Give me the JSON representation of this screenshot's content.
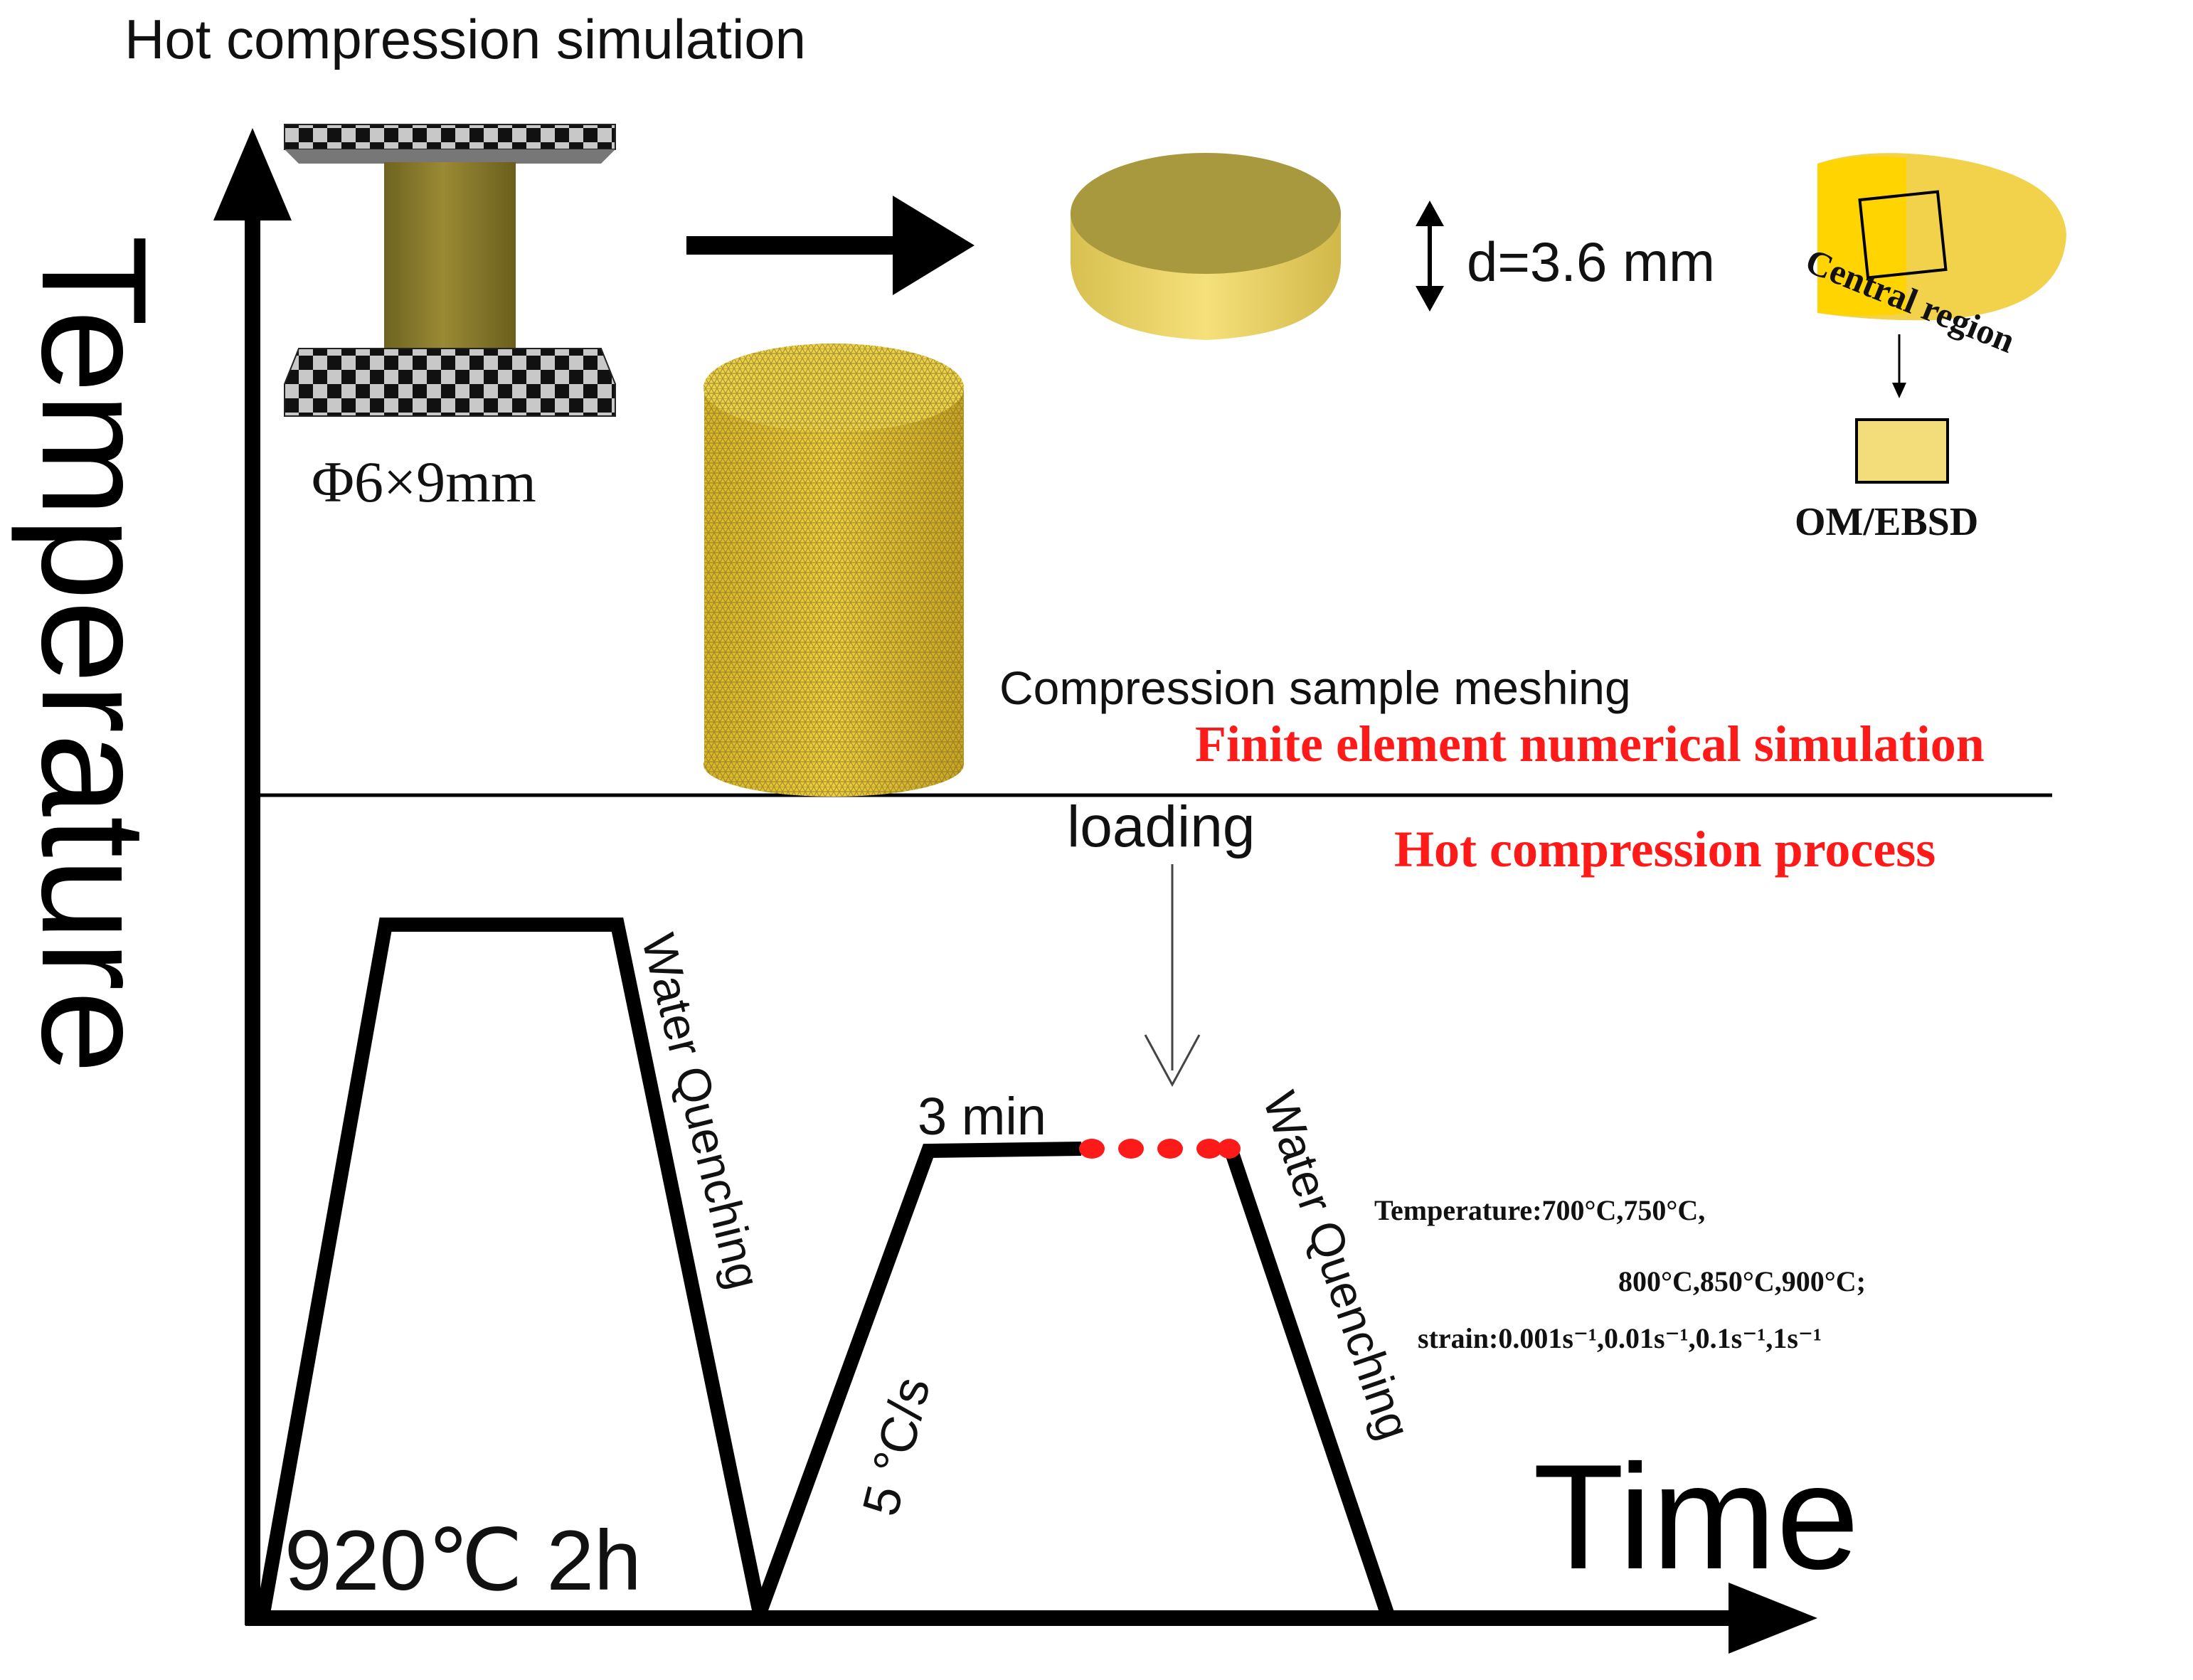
{
  "title": "Hot compression simulation",
  "axes": {
    "y_label": "Temperature",
    "x_label": "Time"
  },
  "simulation": {
    "sample_dimension": "Φ6×9mm",
    "compressed_height": "d=3.6 mm",
    "central_region": "Central region",
    "analysis": "OM/EBSD",
    "meshing_label": "Compression sample meshing"
  },
  "sections": {
    "fem": "Finite element numerical simulation",
    "hot_compression": "Hot compression process"
  },
  "process": {
    "loading": "loading",
    "solution_treatment": "920℃ 2h",
    "water_quenching_1": "Water Quenching",
    "heating_rate": "5 °C/s",
    "hold": "3 min",
    "water_quenching_2": "Water Quenching",
    "conditions_line1": "Temperature:700°C,750°C,",
    "conditions_line2": "800°C,850°C,900°C;",
    "conditions_line3": "strain:0.001s⁻¹,0.01s⁻¹,0.1s⁻¹,1s⁻¹"
  },
  "colors": {
    "highlight_red": "#ff1a1a",
    "sample_yellow": "#f2d24a",
    "sample_olive": "#8a7a2a"
  }
}
